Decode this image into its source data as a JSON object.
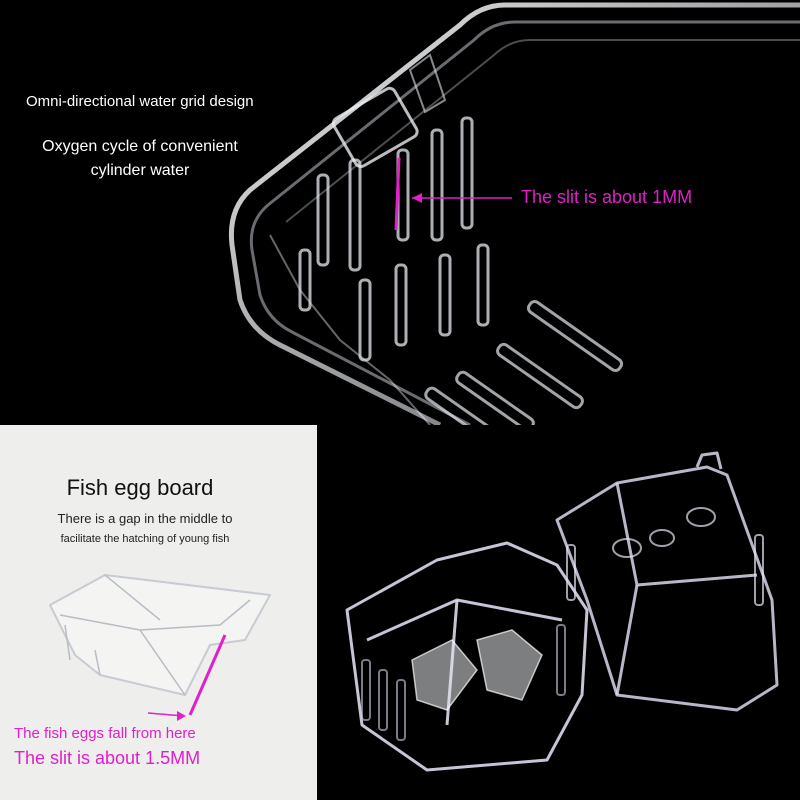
{
  "top_panel": {
    "feature_line1": "Omni-directional water grid design",
    "feature_line2": "Oxygen cycle of convenient",
    "feature_line3": "cylinder water",
    "slit_note": "The slit is about 1MM"
  },
  "bottom_left_panel": {
    "title": "Fish egg board",
    "subtitle_line1": "There is a gap in the middle to",
    "subtitle_line2": "facilitate the hatching of young fish",
    "eggs_note": "The fish eggs fall from here",
    "slit_note": "The slit is about 1.5MM"
  },
  "colors": {
    "accent_magenta": "#e020c8",
    "dark_background": "#000000",
    "light_background": "#eeeeec"
  }
}
